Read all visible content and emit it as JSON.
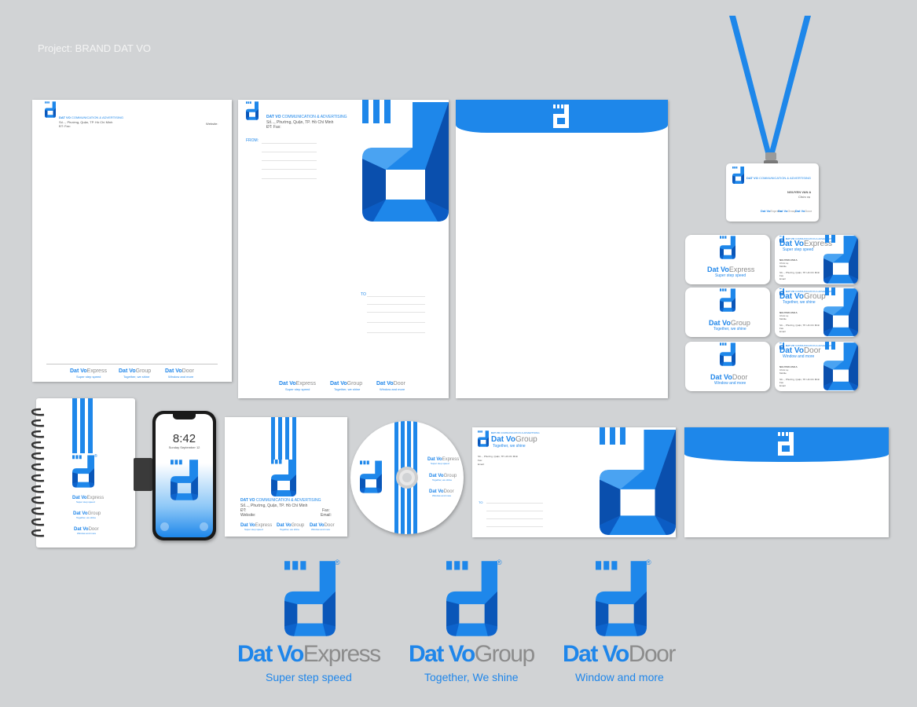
{
  "project": "Project: BRAND DAT VO",
  "company_name": "DAT VO",
  "company_suffix": "COMMUNICATION & ADVERTISING",
  "address": "Số..., Phường, Quận, TP. Hồ Chí Minh",
  "address_short": "Số..., Phường, Quận, TP. Hồ Chí Minh",
  "phone_fax": "ĐT:                 Fax:",
  "phone": "ĐT:",
  "fax": "Fax:",
  "email": "Email:",
  "website": "Website:",
  "from_label": "FROM:",
  "to_label": "TO",
  "brands": [
    {
      "name": "Dat Vo",
      "suffix": "Express",
      "tagline": "Super step speed"
    },
    {
      "name": "Dat Vo",
      "suffix": "Group",
      "tagline": "Together, We shine"
    },
    {
      "name": "Dat Vo",
      "suffix": "Door",
      "tagline": "Window and more"
    }
  ],
  "brand_small_taglines": [
    "Super step speed",
    "Together, we shine",
    "Window and more"
  ],
  "badge": {
    "name": "NGUYEN VAN A",
    "role": "Chức vụ"
  },
  "card_back": {
    "name": "NGUYEN VAN A",
    "role": "Chức vụ",
    "mobile": "Mobile",
    "address": "Số..., Phường, Quận, TP. Hồ Chí Minh",
    "phone": "ĐT",
    "fax": "Fax",
    "email": "Email"
  },
  "phone_screen": {
    "time": "8:42",
    "date": "Sunday September 12"
  },
  "registered": "®",
  "colors": {
    "brand_blue": "#1e87ea",
    "dark_blue": "#0a5fc9",
    "background": "#d1d3d5",
    "gray_text": "#8c8c8c"
  }
}
